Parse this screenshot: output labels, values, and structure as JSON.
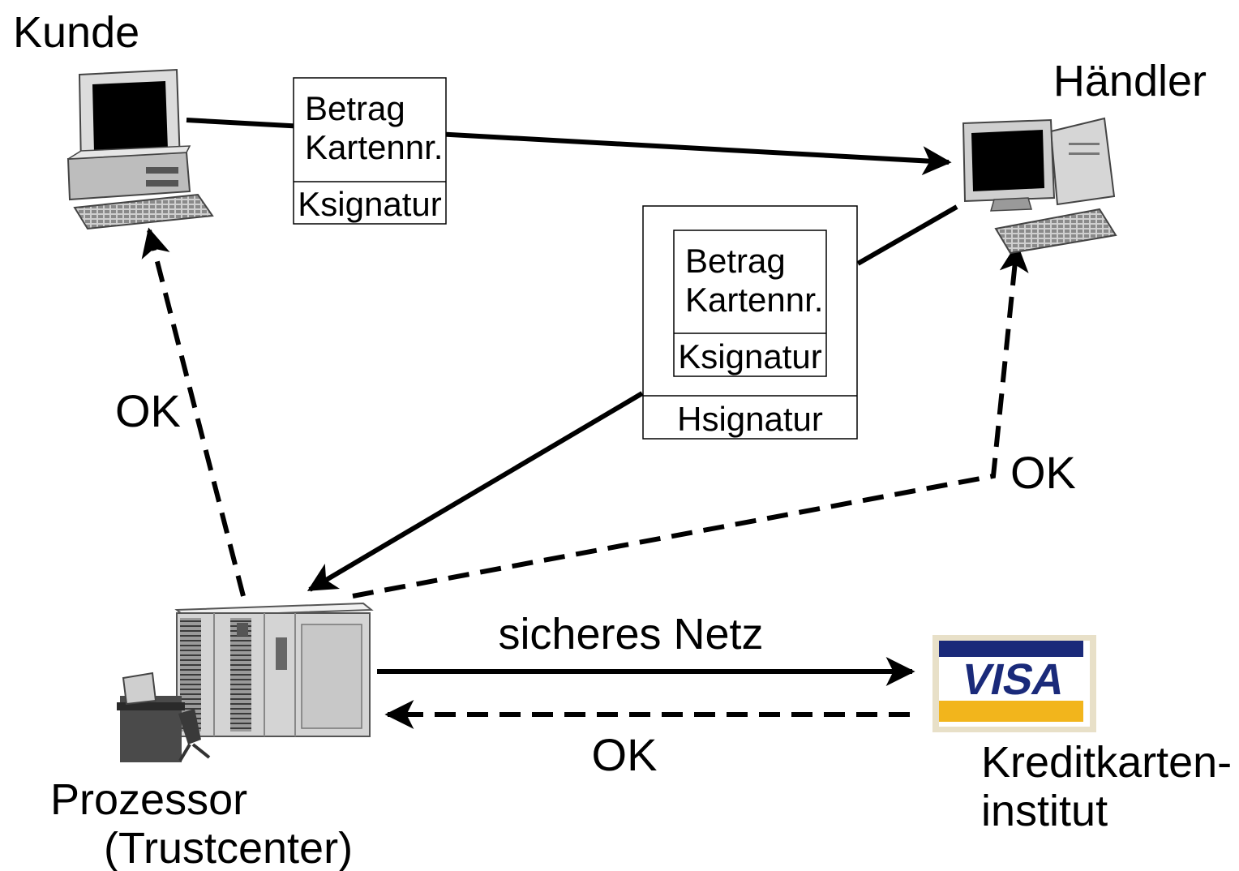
{
  "labels": {
    "customer": "Kunde",
    "merchant": "Händler",
    "processor_line1": "Prozessor",
    "processor_line2": "(Trustcenter)",
    "card_institute_line1": "Kreditkarten-",
    "card_institute_line2": "institut",
    "secure_net": "sicheres Netz"
  },
  "ok_labels": {
    "processor_to_customer": "OK",
    "processor_to_merchant": "OK",
    "institute_to_processor": "OK"
  },
  "customer_message": {
    "line1": "Betrag",
    "line2": "Kartennr.",
    "signature": "Ksignatur"
  },
  "merchant_message": {
    "inner_line1": "Betrag",
    "inner_line2": "Kartennr.",
    "inner_signature": "Ksignatur",
    "outer_signature": "Hsignatur"
  },
  "logo": {
    "text": "VISA",
    "colors": {
      "blue": "#1a2a7a",
      "gold": "#f2b51c",
      "border": "#e8e0c8"
    }
  },
  "icons": [
    "customer-computer-icon",
    "merchant-computer-icon",
    "mainframe-icon",
    "visa-card-icon"
  ]
}
